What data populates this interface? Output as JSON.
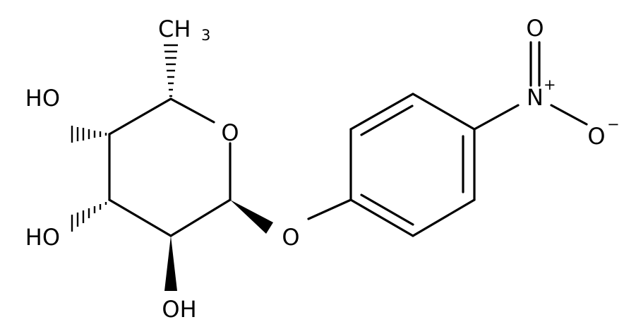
{
  "molecule": {
    "atoms": {
      "ring_oxygen": "O",
      "glycosidic_oxygen": "O",
      "hydroxyl_c4": "HO",
      "hydroxyl_c3": "HO",
      "hydroxyl_c2": "OH",
      "methyl": {
        "main": "CH",
        "subscript": "3"
      },
      "nitro_nitrogen": {
        "main": "N",
        "charge": "+"
      },
      "nitro_oxygen_double": "O",
      "nitro_oxygen_single": {
        "main": "O",
        "charge": "−"
      }
    },
    "colors": {
      "bond": "#000000",
      "text": "#000000",
      "background": "#ffffff"
    }
  }
}
